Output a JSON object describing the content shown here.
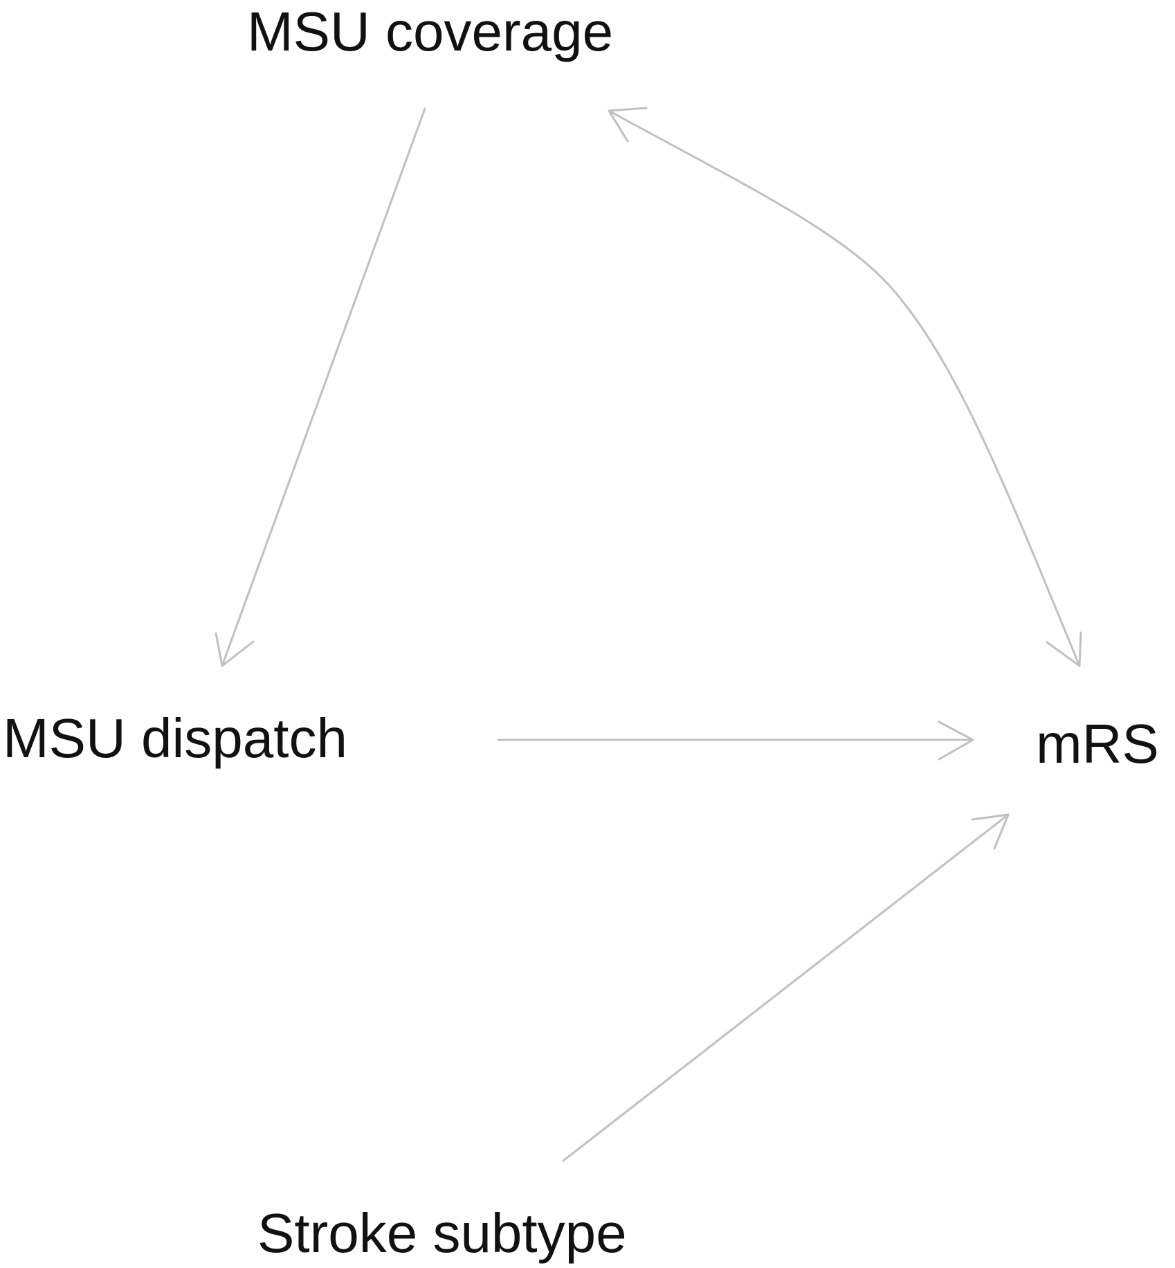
{
  "nodes": {
    "msu_coverage": "MSU coverage",
    "msu_dispatch": "MSU dispatch",
    "mrs": "mRS",
    "stroke_subtype": "Stroke subtype"
  },
  "edges": [
    {
      "from": "MSU coverage",
      "to": "MSU dispatch",
      "style": "directed"
    },
    {
      "from": "MSU dispatch",
      "to": "mRS",
      "style": "directed"
    },
    {
      "from": "Stroke subtype",
      "to": "mRS",
      "style": "directed"
    },
    {
      "from": "MSU coverage",
      "to": "mRS",
      "style": "bidirected"
    }
  ],
  "colors": {
    "edge": "#c0c0c0",
    "text": "#111111",
    "background": "#ffffff"
  }
}
